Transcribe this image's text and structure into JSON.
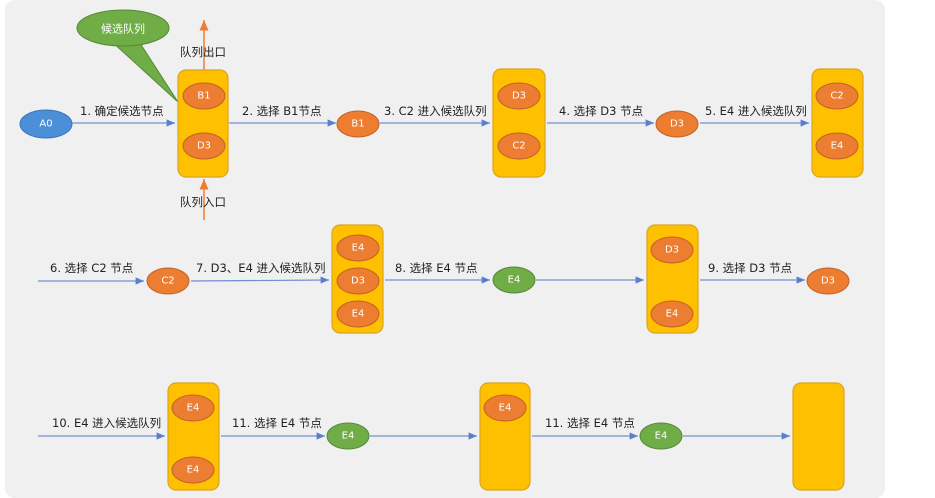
{
  "colors": {
    "background": "#f0f0f0",
    "queue_fill": "#FFC000",
    "node_orange": "#ED7D31",
    "node_green": "#70AD47",
    "node_blue": "#4a8fd8",
    "edge": "#6f8fd0",
    "queue_arrow": "#ED7D31"
  },
  "callout": "候选队列",
  "queue_exit": "队列出口",
  "queue_entry": "队列入口",
  "steps": {
    "s1": "1. 确定候选节点",
    "s2": "2. 选择 B1节点",
    "s3": "3. C2 进入候选队列",
    "s4": "4. 选择 D3 节点",
    "s5": "5. E4 进入候选队列",
    "s6": "6. 选择 C2 节点",
    "s7": "7. D3、E4 进入候选队列",
    "s8": "8. 选择 E4 节点",
    "s9": "9. 选择 D3 节点",
    "s10": "10. E4 进入候选队列",
    "s11a": "11. 选择 E4 节点",
    "s11b": "11. 选择 E4 节点"
  },
  "nodes": {
    "a0": "A0",
    "q1": [
      "B1",
      "D3"
    ],
    "b1": "B1",
    "q2": [
      "D3",
      "C2"
    ],
    "d3": "D3",
    "q3": [
      "C2",
      "E4"
    ],
    "c2": "C2",
    "q4": [
      "E4",
      "D3",
      "E4"
    ],
    "e4a": "E4",
    "q5": [
      "D3",
      "E4"
    ],
    "d3b": "D3",
    "q6": [
      "E4",
      "E4"
    ],
    "e4b": "E4",
    "q7": [
      "E4"
    ],
    "e4c": "E4",
    "q8": []
  }
}
